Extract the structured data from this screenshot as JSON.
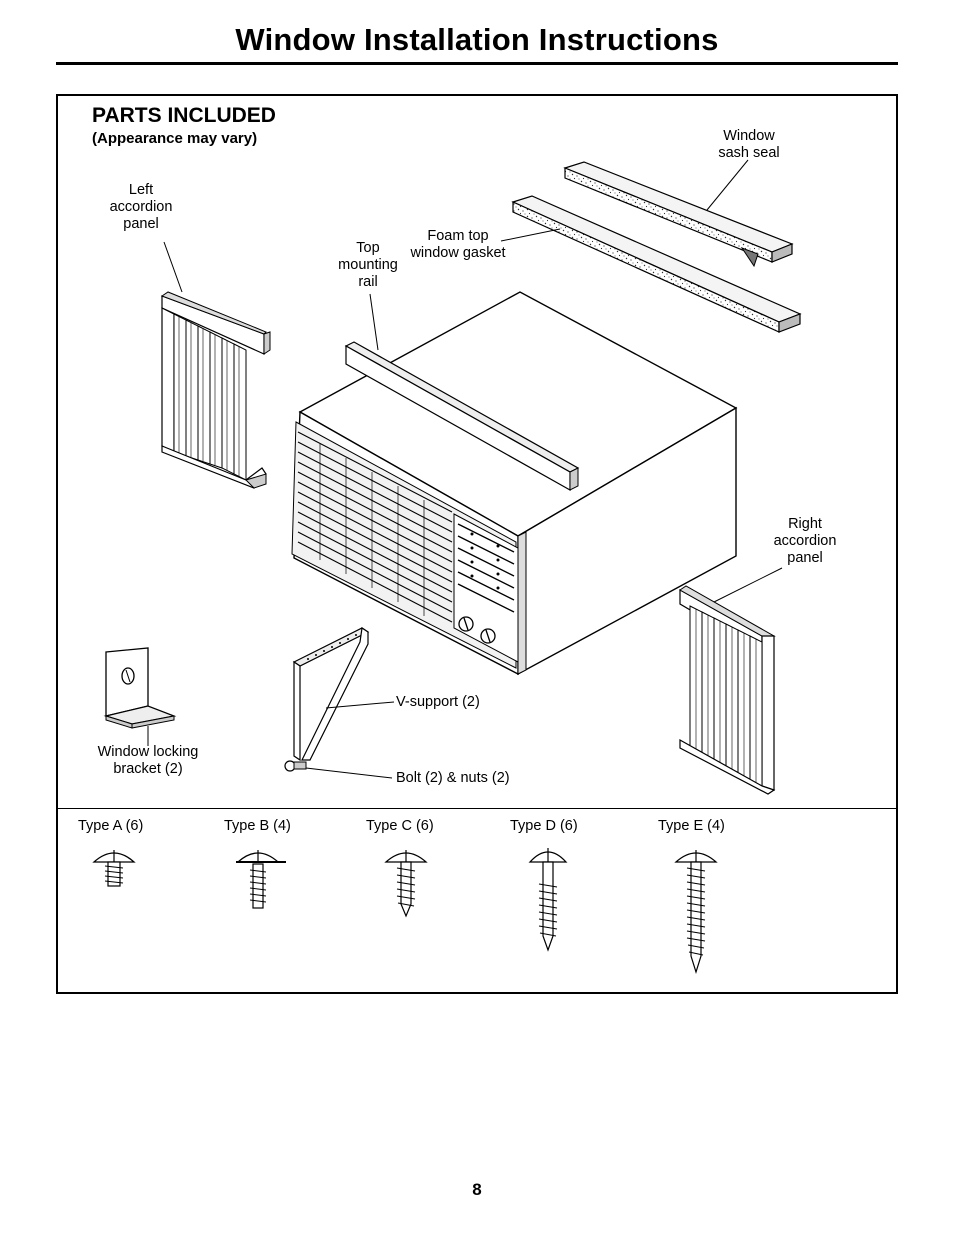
{
  "header": {
    "title": "Window Installation Instructions"
  },
  "parts": {
    "heading": "PARTS INCLUDED",
    "subheading": "(Appearance may vary)",
    "labels": {
      "window_sash_seal": "Window\nsash seal",
      "left_accordion_panel": "Left\naccordion\npanel",
      "foam_top_window_gasket": "Foam top\nwindow gasket",
      "top_mounting_rail": "Top\nmounting\nrail",
      "right_accordion_panel": "Right\naccordion\npanel",
      "v_support": "V-support (2)",
      "window_locking_bracket": "Window locking\nbracket (2)",
      "bolt_nuts": "Bolt (2) & nuts (2)"
    },
    "screws": [
      {
        "label": "Type A (6)"
      },
      {
        "label": "Type B (4)"
      },
      {
        "label": "Type C (6)"
      },
      {
        "label": "Type D (6)"
      },
      {
        "label": "Type E (4)"
      }
    ]
  },
  "footer": {
    "page_number": "8"
  }
}
